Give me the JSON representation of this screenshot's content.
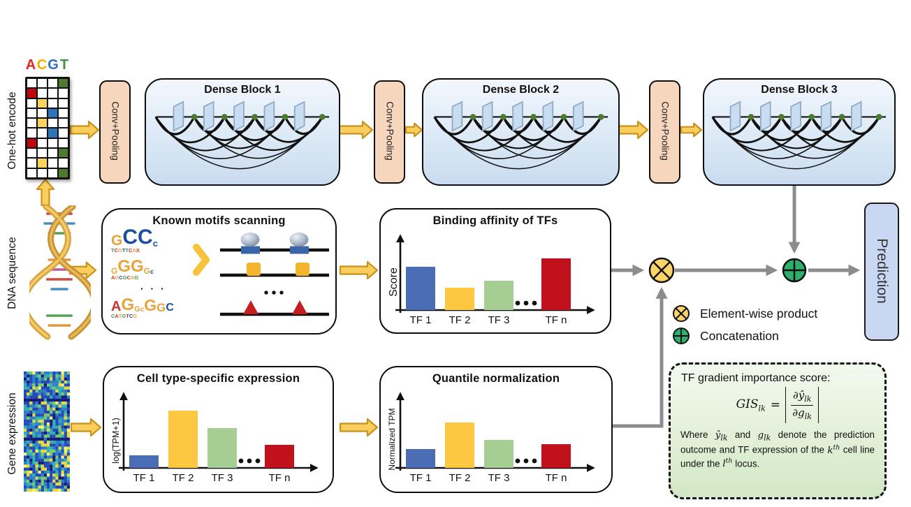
{
  "colors": {
    "flow_arrow": "#F9CE5D",
    "flow_arrow_border": "#C8921B",
    "connector_grey": "#8C8C8C",
    "product_fill": "#FBD469",
    "concat_fill": "#2FAE6E",
    "dense_block_fill": "#D9E7F5",
    "conv_fill": "#F7D6BE",
    "prediction_fill": "#C9D7F2",
    "gis_fill": "#E2F0D8",
    "bar_blue": "#4A6DB5",
    "bar_yellow": "#FDC73F",
    "bar_green": "#A6CE92",
    "bar_red": "#C0111C"
  },
  "onehot": {
    "label": "One-hot encode",
    "acgt": [
      {
        "letter": "A",
        "color": "#E4251F"
      },
      {
        "letter": "C",
        "color": "#F1B000"
      },
      {
        "letter": "G",
        "color": "#2F6FC3"
      },
      {
        "letter": "T",
        "color": "#3F8F42"
      }
    ],
    "rows": 10,
    "cols": 4,
    "cell_colors": {
      "red": "#C00711",
      "yellow": "#FAD45F",
      "blue": "#2E74B8",
      "green": "#4E7B31"
    },
    "cells": [
      [
        0,
        3,
        "green"
      ],
      [
        1,
        0,
        "red"
      ],
      [
        2,
        1,
        "yellow"
      ],
      [
        3,
        2,
        "blue"
      ],
      [
        4,
        1,
        "yellow"
      ],
      [
        5,
        2,
        "blue"
      ],
      [
        6,
        0,
        "red"
      ],
      [
        7,
        3,
        "green"
      ],
      [
        8,
        1,
        "yellow"
      ],
      [
        9,
        3,
        "green"
      ]
    ]
  },
  "pipeline": {
    "conv_label": "Conv+Pooling",
    "dense_blocks": [
      "Dense Block 1",
      "Dense Block 2",
      "Dense Block 3"
    ]
  },
  "dna": {
    "label": "DNA sequence"
  },
  "gene_expression": {
    "label": "Gene expression",
    "heatmap_palette": [
      "#141c7a",
      "#2348b8",
      "#2d7fc4",
      "#31b0b4",
      "#7cc769",
      "#e8d93f",
      "#f9f06e"
    ],
    "dark_rows": [
      9,
      22
    ]
  },
  "motifs": {
    "title": "Known motifs scanning",
    "ellipsis": "· · ·",
    "logos": [
      {
        "letters": [
          {
            "ch": "G",
            "c": "#E8A33B",
            "s": 21
          },
          {
            "ch": "C",
            "c": "#1D4FA1",
            "s": 30
          },
          {
            "ch": "C",
            "c": "#1D4FA1",
            "s": 30
          },
          {
            "ch": "c",
            "c": "#1D4FA1",
            "s": 13
          }
        ],
        "tiny": [
          {
            "ch": "T",
            "c": "#3C9C4E"
          },
          {
            "ch": "C",
            "c": "#C9342C"
          },
          {
            "ch": "G",
            "c": "#E8A33B"
          },
          {
            "ch": "T",
            "c": "#1D4FA1"
          },
          {
            "ch": "T",
            "c": "#3C9C4E"
          },
          {
            "ch": "C",
            "c": "#C9342C"
          },
          {
            "ch": "A",
            "c": "#E8A33B"
          },
          {
            "ch": "X",
            "c": "#C9342C"
          }
        ]
      },
      {
        "letters": [
          {
            "ch": "G",
            "c": "#E8A33B",
            "s": 12
          },
          {
            "ch": "G",
            "c": "#E8A33B",
            "s": 24
          },
          {
            "ch": "G",
            "c": "#E8A33B",
            "s": 24
          },
          {
            "ch": "G",
            "c": "#E8A33B",
            "s": 12
          },
          {
            "ch": "c",
            "c": "#1D4FA1",
            "s": 9
          }
        ],
        "tiny": [
          {
            "ch": "A",
            "c": "#C9342C"
          },
          {
            "ch": "G",
            "c": "#E8A33B"
          },
          {
            "ch": "C",
            "c": "#1D4FA1"
          },
          {
            "ch": "G",
            "c": "#3C9C4E"
          },
          {
            "ch": "C",
            "c": "#C9342C"
          },
          {
            "ch": "A",
            "c": "#E8A33B"
          },
          {
            "ch": "G",
            "c": "#3C9C4E"
          }
        ]
      },
      {
        "letters": [
          {
            "ch": "A",
            "c": "#C9342C",
            "s": 20
          },
          {
            "ch": "G",
            "c": "#E8A33B",
            "s": 24
          },
          {
            "ch": "G",
            "c": "#E8A33B",
            "s": 11
          },
          {
            "ch": "c",
            "c": "#E8A33B",
            "s": 10
          },
          {
            "ch": "G",
            "c": "#E8A33B",
            "s": 23
          },
          {
            "ch": "G",
            "c": "#E8A33B",
            "s": 17
          },
          {
            "ch": "C",
            "c": "#1D4FA1",
            "s": 16
          }
        ],
        "tiny": [
          {
            "ch": "C",
            "c": "#3C9C4E"
          },
          {
            "ch": "A",
            "c": "#C9342C"
          },
          {
            "ch": "T",
            "c": "#E8A33B"
          },
          {
            "ch": "G",
            "c": "#3C9C4E"
          },
          {
            "ch": "T",
            "c": "#C9342C"
          },
          {
            "ch": "C",
            "c": "#1D4FA1"
          },
          {
            "ch": "G",
            "c": "#E8A33B"
          }
        ]
      }
    ],
    "tracks": [
      {
        "marker": "protein",
        "color": "#3A66A8"
      },
      {
        "marker": "square",
        "color": "#F2B52B"
      },
      {
        "marker": "triangle",
        "color": "#C41E20"
      }
    ]
  },
  "operators": {
    "product_symbol": "⊗",
    "concat_symbol": "⊕"
  },
  "legend": [
    {
      "id": "product",
      "label": "Element-wise product"
    },
    {
      "id": "concat",
      "label": "Concatenation"
    }
  ],
  "prediction": {
    "label": "Prediction"
  },
  "gis_box": {
    "title": "TF gradient importance score:",
    "formula": {
      "lhs": "GIS",
      "lhs_sub": "lk",
      "eq": "=",
      "num": "∂ŷ",
      "num_sub": "lk",
      "den": "∂g",
      "den_sub": "lk"
    },
    "body": {
      "w1": "Where ",
      "yhat": "ŷ",
      "yhat_sub": "lk",
      "w2": " and ",
      "g": "g",
      "g_sub": "lk",
      "w3": " denote the prediction outcome and TF expression of the ",
      "k": "k",
      "k_sup": "th",
      "w4": " cell line under the ",
      "l": "l",
      "l_sup": "th",
      "w5": " locus."
    }
  },
  "chart_data": [
    {
      "type": "bar",
      "title": "Binding affinity of TFs",
      "xlabel": "",
      "ylabel": "Score",
      "categories": [
        "TF 1",
        "TF 2",
        "TF 3",
        "TF n"
      ],
      "values": [
        0.62,
        0.32,
        0.42,
        0.74
      ],
      "ylim": [
        0,
        1
      ],
      "colors": [
        "#4A6DB5",
        "#FDC73F",
        "#A6CE92",
        "#C0111C"
      ],
      "ellipsis_between": [
        2,
        3
      ]
    },
    {
      "type": "bar",
      "title": "Cell type-specific expression",
      "xlabel": "",
      "ylabel": "log(TPM+1)",
      "categories": [
        "TF 1",
        "TF 2",
        "TF 3",
        "TF n"
      ],
      "values": [
        0.18,
        0.82,
        0.57,
        0.33
      ],
      "ylim": [
        0,
        1
      ],
      "colors": [
        "#4A6DB5",
        "#FDC73F",
        "#A6CE92",
        "#C0111C"
      ],
      "ellipsis_between": [
        2,
        3
      ]
    },
    {
      "type": "bar",
      "title": "Quantile normalization",
      "xlabel": "",
      "ylabel": "Normalized TPM",
      "categories": [
        "TF 1",
        "TF 2",
        "TF 3",
        "TF n"
      ],
      "values": [
        0.27,
        0.65,
        0.4,
        0.34
      ],
      "ylim": [
        0,
        1
      ],
      "colors": [
        "#4A6DB5",
        "#FDC73F",
        "#A6CE92",
        "#C0111C"
      ],
      "ellipsis_between": [
        2,
        3
      ]
    }
  ]
}
